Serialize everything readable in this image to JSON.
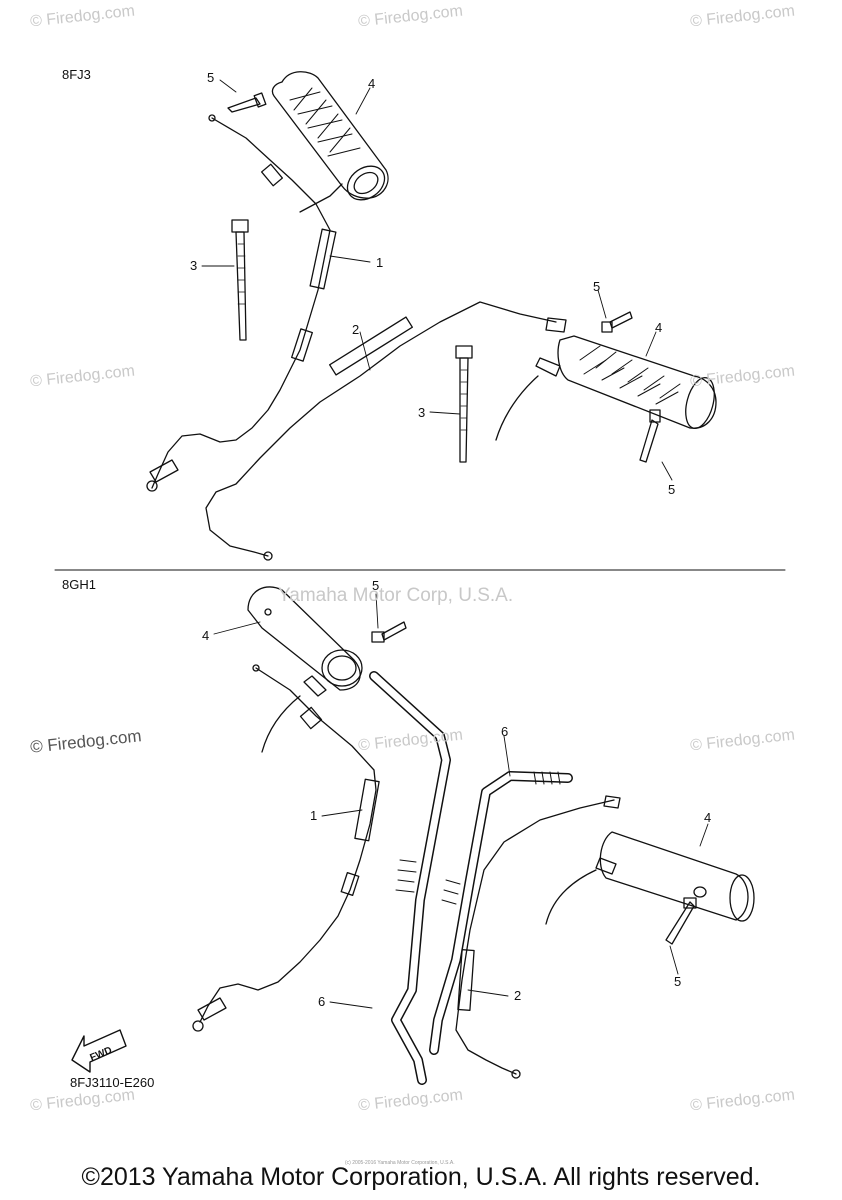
{
  "sections": [
    {
      "code": "8FJ3"
    },
    {
      "code": "8GH1"
    }
  ],
  "callouts": [
    {
      "id": "c1",
      "text": "5"
    },
    {
      "id": "c2",
      "text": "4"
    },
    {
      "id": "c3",
      "text": "3"
    },
    {
      "id": "c4",
      "text": "1"
    },
    {
      "id": "c5",
      "text": "2"
    },
    {
      "id": "c6",
      "text": "5"
    },
    {
      "id": "c7",
      "text": "4"
    },
    {
      "id": "c8",
      "text": "3"
    },
    {
      "id": "c9",
      "text": "5"
    },
    {
      "id": "c10",
      "text": "5"
    },
    {
      "id": "c11",
      "text": "4"
    },
    {
      "id": "c12",
      "text": "1"
    },
    {
      "id": "c13",
      "text": "6"
    },
    {
      "id": "c14",
      "text": "4"
    },
    {
      "id": "c15",
      "text": "5"
    },
    {
      "id": "c16",
      "text": "2"
    },
    {
      "id": "c17",
      "text": "6"
    }
  ],
  "watermark": "© Firedog.com",
  "center_watermark": "Yamaha Motor Corp, U.S.A.",
  "fwd_label": "FWD",
  "diagram_code": "8FJ3110-E260",
  "fineprint": "(c) 2005-2016 Yamaha Motor Corporation, U.S.A.",
  "copyright": "©2013 Yamaha Motor Corporation, U.S.A. All rights reserved."
}
